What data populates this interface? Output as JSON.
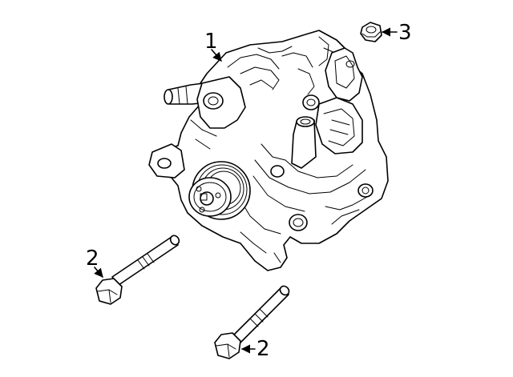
{
  "callouts": [
    {
      "id": "alternator",
      "label": "1"
    },
    {
      "id": "bolt-upper",
      "label": "2"
    },
    {
      "id": "bolt-lower",
      "label": "2"
    },
    {
      "id": "nut",
      "label": "3"
    }
  ]
}
